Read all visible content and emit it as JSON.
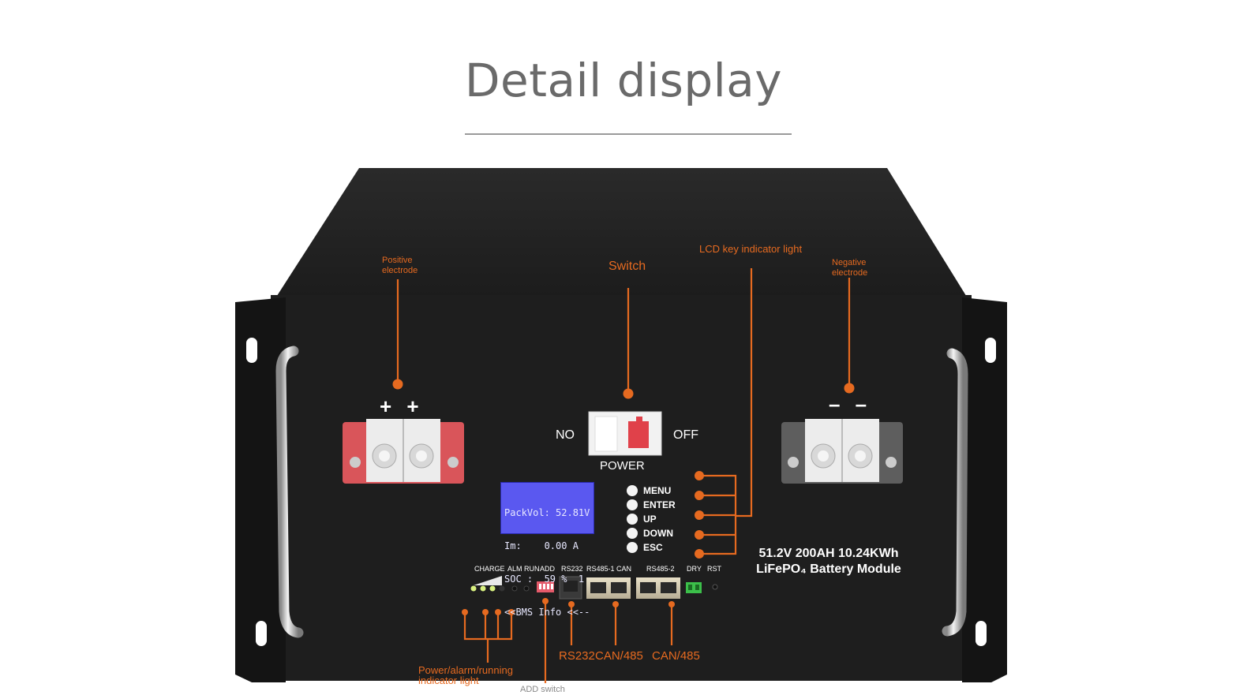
{
  "title": "Detail display",
  "callouts": {
    "positive_line1": "Positive",
    "positive_line2": "electrode",
    "switch": "Switch",
    "lcd_key": "LCD key indicator light",
    "negative_line1": "Negative",
    "negative_line2": "electrode",
    "indicator_line1": "Power/alarm/running",
    "indicator_line2": "indicator light",
    "add_switch": "ADD switch",
    "rs232": "RS232",
    "can485_a": "CAN/485",
    "can485_b": "CAN/485"
  },
  "terminals": {
    "positive_signs": "+ +",
    "negative_signs": "– –"
  },
  "breaker": {
    "left": "NO",
    "right": "OFF",
    "label": "POWER"
  },
  "lcd": {
    "line1": "PackVol: 52.81V",
    "line2": "Im:    0.00 A",
    "line3": "SOC :  59 %  1",
    "line4": "<<BMS Info <<--"
  },
  "keys": [
    "MENU",
    "ENTER",
    "UP",
    "DOWN",
    "ESC"
  ],
  "ports": {
    "charge": "CHARGE",
    "alm_run": "ALM RUN",
    "add": "ADD",
    "rs232": "RS232",
    "rs485_1_can": "RS485-1 CAN",
    "rs485_2": "RS485-2",
    "dry": "DRY",
    "rst": "RST"
  },
  "spec": {
    "line1": "51.2V 200AH 10.24KWh",
    "line2": "LiFePO₄ Battery Module"
  },
  "colors": {
    "accent": "#e66a20",
    "panel": "#1e1e1e",
    "positive_terminal": "#d9555a",
    "negative_terminal": "#6a6a6a",
    "lcd": "#5a58f0"
  }
}
